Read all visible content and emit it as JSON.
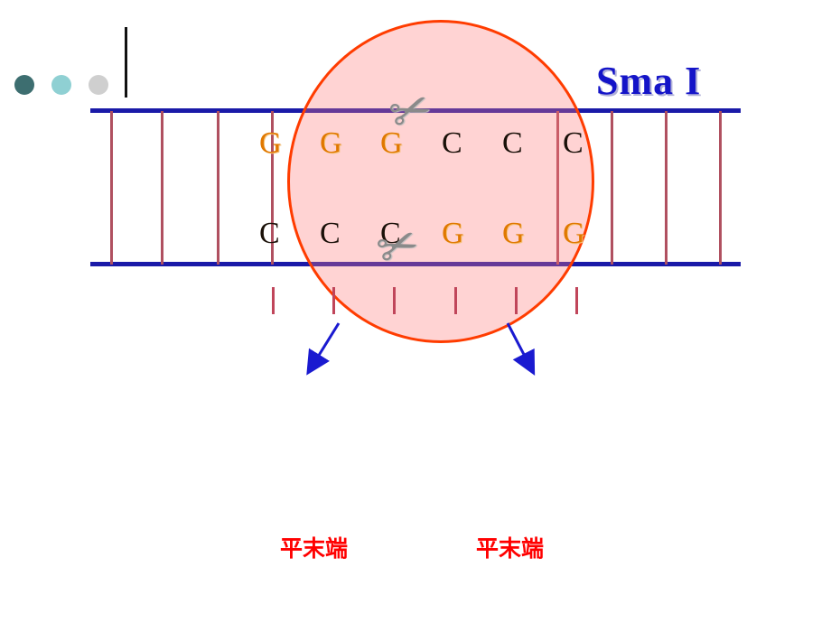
{
  "title": {
    "text": "Sma I",
    "color": "#1414c8"
  },
  "decor": {
    "dots": [
      {
        "name": "dot-dark-teal",
        "color": "#3d6e70"
      },
      {
        "name": "dot-light-teal",
        "color": "#8fd0d3"
      },
      {
        "name": "dot-grey",
        "color": "#cfcfcf"
      }
    ],
    "cursor_bar": "|"
  },
  "diagram": {
    "type": "dna-restriction-site",
    "strand_color": "#1a1aa8",
    "rung_color": "#b05060",
    "highlight_circle": {
      "stroke": "#ff3c00",
      "fill": "rgba(255,120,120,0.33)"
    },
    "top_strand_bases": [
      {
        "letter": "G",
        "style": "orange"
      },
      {
        "letter": "G",
        "style": "orange"
      },
      {
        "letter": "G",
        "style": "orange"
      },
      {
        "letter": "C",
        "style": "black"
      },
      {
        "letter": "C",
        "style": "black"
      },
      {
        "letter": "C",
        "style": "black"
      }
    ],
    "bottom_strand_bases": [
      {
        "letter": "C",
        "style": "black"
      },
      {
        "letter": "C",
        "style": "black"
      },
      {
        "letter": "C",
        "style": "black"
      },
      {
        "letter": "G",
        "style": "orange"
      },
      {
        "letter": "G",
        "style": "orange"
      },
      {
        "letter": "G",
        "style": "orange"
      }
    ],
    "scissors": [
      {
        "name": "scissors-top",
        "glyph": "✂"
      },
      {
        "name": "scissors-bottom",
        "glyph": "✂"
      }
    ],
    "arrow_color": "#1a1ad0"
  },
  "labels": {
    "left": "平末端",
    "right": "平末端",
    "color": "#ff0000"
  }
}
